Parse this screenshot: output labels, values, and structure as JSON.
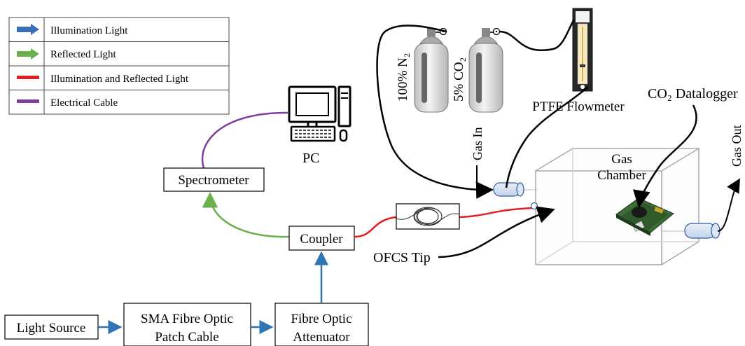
{
  "legend": {
    "items": [
      {
        "label": "Illumination Light",
        "color": "#3a6fb5"
      },
      {
        "label": "Reflected Light",
        "color": "#6ab04c"
      },
      {
        "label": "Illumination and Reflected Light",
        "color": "#e02020"
      },
      {
        "label": "Electrical Cable",
        "color": "#7b3fa0"
      }
    ]
  },
  "components": {
    "light_source": "Light Source",
    "patch_cable_line1": "SMA Fibre Optic",
    "patch_cable_line2": "Patch Cable",
    "attenuator_line1": "Fibre Optic",
    "attenuator_line2": "Attenuator",
    "coupler": "Coupler",
    "spectrometer": "Spectrometer",
    "pc": "PC",
    "ofcs_tip": "OFCS Tip",
    "gas_chamber_line1": "Gas",
    "gas_chamber_line2": "Chamber",
    "flowmeter": "PTFE Flowmeter",
    "datalogger": "CO₂ Datalogger",
    "gas_in": "Gas In",
    "gas_out": "Gas Out",
    "cylinder_n2": "100% N₂",
    "cylinder_co2": "5% CO₂"
  }
}
